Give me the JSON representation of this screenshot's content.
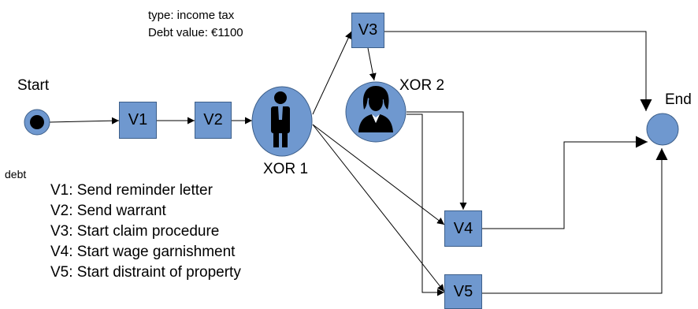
{
  "info": {
    "type_line": "type: income tax",
    "debt_line": "Debt value: €1100"
  },
  "labels": {
    "start": "Start",
    "end": "End",
    "xor1": "XOR 1",
    "xor2": "XOR 2",
    "debt": "debt"
  },
  "nodes": {
    "v1": "V1",
    "v2": "V2",
    "v3": "V3",
    "v4": "V4",
    "v5": "V5"
  },
  "legend": [
    "V1: Send reminder letter",
    "V2: Send warrant",
    "V3: Start claim procedure",
    "V4: Start wage garnishment",
    "V5: Start distraint of property"
  ],
  "colors": {
    "node_fill": "#6f98cf",
    "node_border": "#3d5f8a",
    "edge": "#000000"
  },
  "icons": {
    "xor1": "male-person-icon",
    "xor2": "female-person-icon",
    "start": "start-event-icon",
    "end": "end-event-icon"
  }
}
